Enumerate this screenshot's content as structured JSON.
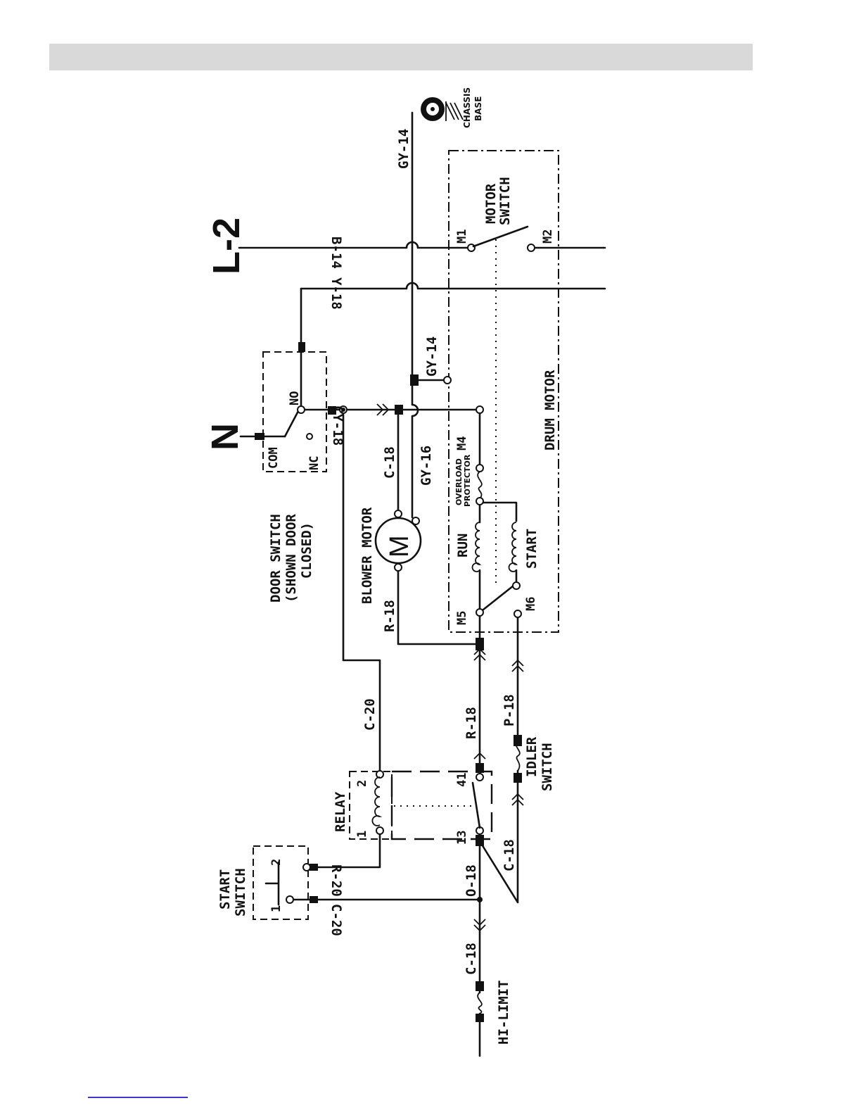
{
  "labels": {
    "l2": "L-2",
    "n": "N",
    "chassis": "CHASSIS",
    "base": "BASE",
    "gy14_top": "GY-14",
    "b14": "B-14",
    "y18": "Y-18",
    "gy14_mid": "GY-14",
    "cy18": "CY-18",
    "c18_top": "C-18",
    "gy16": "GY-16",
    "r18_top": "R-18",
    "c20_top": "C-20",
    "r18_mid": "R-18",
    "p18": "P-18",
    "r20": "R-20",
    "c20_bot": "C-20",
    "o18": "O-18",
    "c18_mid": "C-18",
    "c18_bot": "C-18",
    "motor_switch_1": "MOTOR",
    "motor_switch_2": "SWITCH",
    "m1": "M1",
    "m2": "M2",
    "m4": "M4",
    "m5": "M5",
    "m6": "M6",
    "drum_motor": "DRUM MOTOR",
    "overload_1": "OVERLOAD",
    "overload_2": "PROTECTOR",
    "run": "RUN",
    "start": "START",
    "blower_motor": "BLOWER MOTOR",
    "motor_m": "M",
    "door_1": "DOOR SWITCH",
    "door_2": "(SHOWN DOOR",
    "door_3": "CLOSED)",
    "com": "COM",
    "no": "NO",
    "nc": "NC",
    "relay": "RELAY",
    "relay_1": "1",
    "relay_2": "2",
    "relay_13": "13",
    "relay_41": "41",
    "start_switch_1": "START",
    "start_switch_2": "SWITCH",
    "ss_1": "1",
    "ss_2": "2",
    "idler_1": "IDLER",
    "idler_2": "SWITCH",
    "hi_limit": "HI-LIMIT"
  }
}
